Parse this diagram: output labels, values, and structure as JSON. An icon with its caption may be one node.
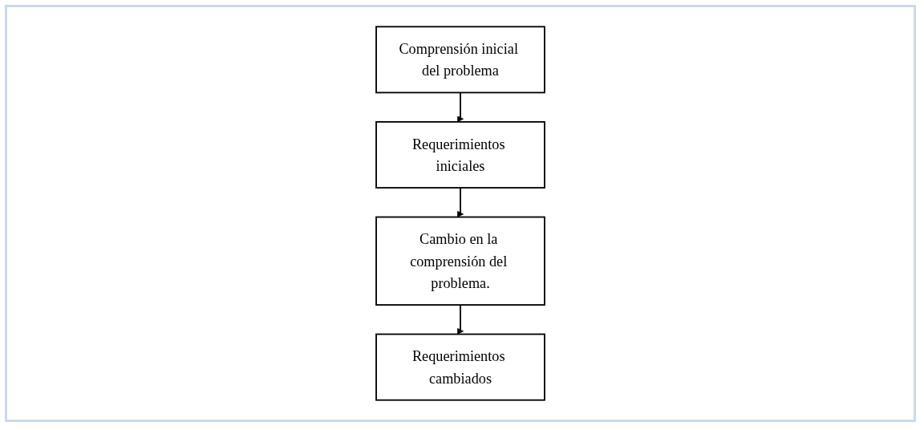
{
  "diagram": {
    "nodes": [
      {
        "text": [
          "Comprensión inicial del problema"
        ]
      },
      {
        "text": [
          "Requerimientos iniciales"
        ]
      },
      {
        "text": [
          "Cambio en la comprensión del problema."
        ]
      },
      {
        "text": [
          "Requerimientos cambiados"
        ]
      }
    ],
    "edges": [
      {
        "from": 0,
        "to": 1,
        "arrow": "to"
      },
      {
        "from": 1,
        "to": 2,
        "arrow": "to"
      },
      {
        "from": 2,
        "to": 3,
        "arrow": "to"
      }
    ]
  }
}
